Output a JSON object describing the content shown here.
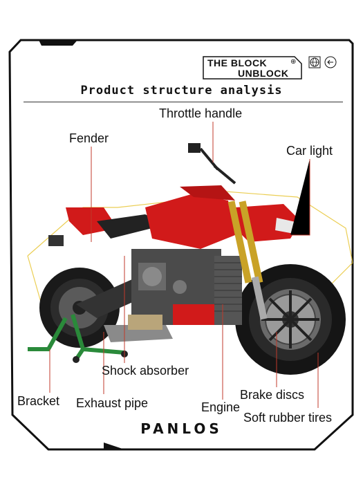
{
  "brand": {
    "line1": "THE BLOCK",
    "line2": "UNBLOCK"
  },
  "header": {
    "title": "Product structure analysis"
  },
  "labels": {
    "throttle_handle": "Throttle handle",
    "fender": "Fender",
    "car_light": "Car light",
    "shock_absorber": "Shock absorber",
    "bracket": "Bracket",
    "exhaust_pipe": "Exhaust pipe",
    "engine": "Engine",
    "brake_discs": "Brake discs",
    "soft_rubber_tires": "Soft rubber tires"
  },
  "footer": {
    "logo": "PANLOS"
  },
  "colors": {
    "leader_line": "#c0392b",
    "bike_red": "#d11a1a",
    "fork_gold": "#c9a227",
    "stand_green": "#2a8a3a",
    "frame_black": "#111111"
  }
}
